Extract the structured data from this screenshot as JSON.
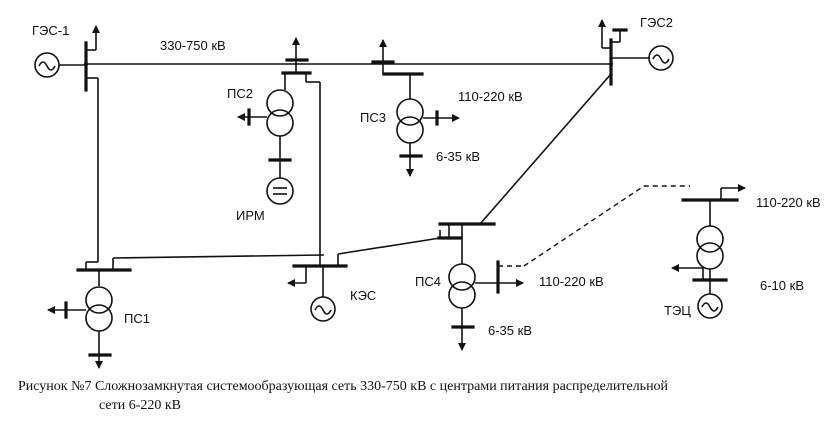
{
  "labels": {
    "ges1": "ГЭС-1",
    "ges2": "ГЭС2",
    "main_voltage": "330-750 кВ",
    "ps2": "ПС2",
    "ps3": "ПС3",
    "ps3_hv": "110-220 кВ",
    "ps3_lv": "6-35 кВ",
    "irm": "ИРМ",
    "ps1": "ПС1",
    "kes": "КЭС",
    "ps4": "ПС4",
    "ps4_hv": "110-220 кВ",
    "ps4_lv": "6-35 кВ",
    "tec_hv": "110-220 кВ",
    "tec_lv": "6-10 кВ",
    "tec": "ТЭЦ"
  },
  "caption": {
    "line1": "Рисунок №7 Сложнозамкнутая системообразующая сеть 330-750 кВ с центрами питания распределительной",
    "line2": "сети  6-220 кВ"
  }
}
